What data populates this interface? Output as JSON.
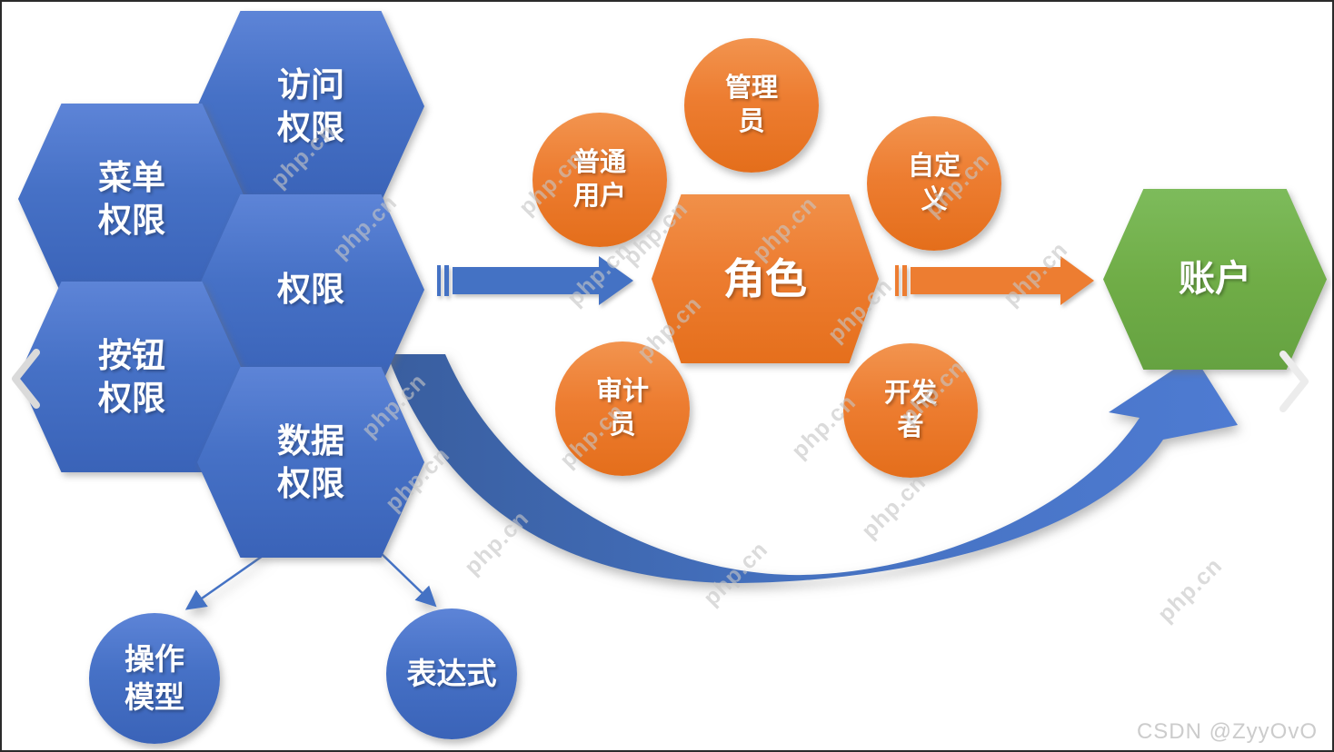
{
  "diagram": {
    "left_cluster": {
      "access": "访问\n权限",
      "menu": "菜单\n权限",
      "permission": "权限",
      "button": "按钮\n权限",
      "data": "数据\n权限"
    },
    "center": {
      "role": "角色",
      "roles": {
        "ordinary_user": "普通\n用户",
        "admin": "管理\n员",
        "custom": "自定\n义",
        "auditor": "审计\n员",
        "developer": "开发\n者"
      }
    },
    "right": {
      "account": "账户"
    },
    "bottom": {
      "operation_model": "操作\n模型",
      "expression": "表达式"
    }
  },
  "watermark": {
    "tile_text": "php.cn",
    "credit": "CSDN @ZyyOvO"
  },
  "colors": {
    "blue": "#4472C4",
    "blue_dark": "#3A5FA8",
    "orange": "#ED7D31",
    "green": "#70AD47"
  }
}
